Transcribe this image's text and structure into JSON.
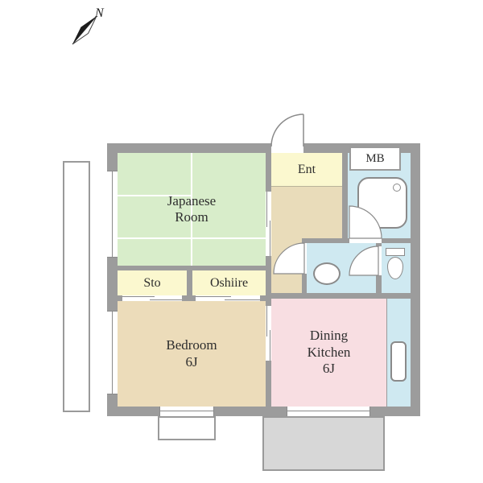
{
  "compass": {
    "north_label": "N"
  },
  "rooms": {
    "japanese_room": {
      "label": [
        "Japanese",
        "Room"
      ]
    },
    "entrance": {
      "label": "Ent"
    },
    "meter_box": {
      "label": "MB"
    },
    "storage": {
      "label": "Sto"
    },
    "oshiire": {
      "label": "Oshiire"
    },
    "bedroom": {
      "label": [
        "Bedroom",
        "6J"
      ]
    },
    "dining_kitchen": {
      "label": [
        "Dining",
        "Kitchen",
        "6J"
      ]
    }
  },
  "fixtures": {
    "bathroom": "bathtub-icon",
    "washroom": "wash-basin-icon",
    "toilet": "toilet-icon",
    "kitchen": "kitchen-sink-icon"
  },
  "colors": {
    "wall": "#9c9c9c",
    "japanese_room": "#d8edca",
    "entrance": "#fbf8cf",
    "hallway": "#e9dcba",
    "wet_rooms": "#cfe9f1",
    "storage": "#fbf8cf",
    "bedroom": "#ecdcba",
    "dining_kitchen": "#f8dee2",
    "terrace": "#d7d7d7",
    "door_line": "#8a8a8a",
    "text": "#2e2e2e"
  }
}
